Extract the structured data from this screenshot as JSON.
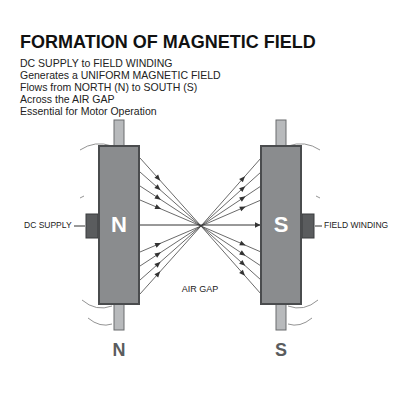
{
  "diagram": {
    "title": "FORMATION OF MAGNETIC FIELD",
    "nodes": [
      {
        "text": [
          "N"
        ]
      },
      {
        "text": [
          "S"
        ]
      }
    ],
    "edges": [
      {
        "from": 0,
        "to": 1,
        "arrow": "to"
      }
    ],
    "labels": [
      "DC SUPPLY to FIELD WINDING",
      "Generates a UNIFORM MAGNETIC FIELD",
      "Flows from NORTH (N) to SOUTH (S)",
      "Across the AIR GAP",
      "Essential for Motor Operation",
      "DC SUPPLY",
      "FIELD WINDING",
      "AIR GAP",
      "N",
      "S"
    ]
  }
}
